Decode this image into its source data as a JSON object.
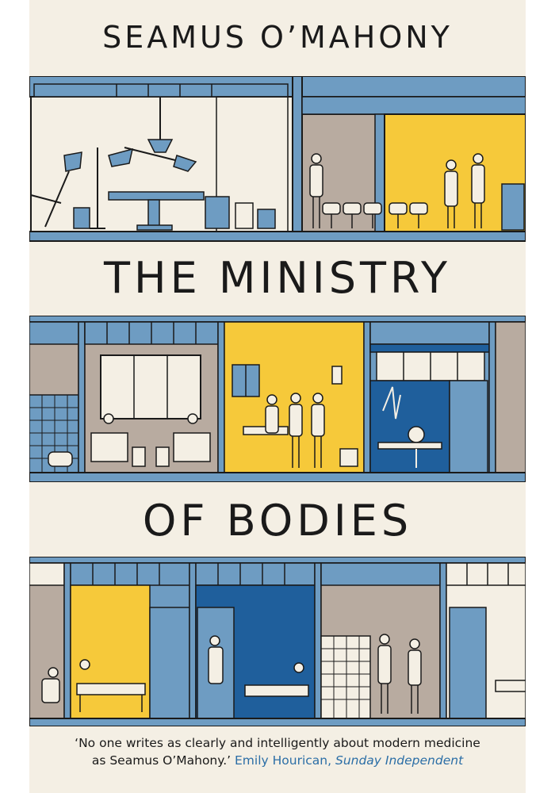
{
  "cover": {
    "author": "SEAMUS O’MAHONY",
    "title_line1": "THE MINISTRY",
    "title_line2": "OF BODIES",
    "quote_line1": "‘No one writes as clearly and intelligently about modern medicine",
    "quote_line2": "as Seamus O’Mahony.’",
    "quote_attribution": "Emily Hourican,",
    "quote_source": "Sunday Independent"
  },
  "palette": {
    "background": "#f4efe4",
    "steel_blue": "#6e9cc2",
    "deep_blue": "#1f5f9c",
    "yellow": "#f6c93a",
    "taupe": "#b8aba0",
    "ink": "#1a1a1a"
  },
  "illustrations": [
    "operating-theatre",
    "waiting-room",
    "ward-beds",
    "surgery-room",
    "x-ray-room",
    "patient-rooms",
    "nursery",
    "corridor-conversation"
  ]
}
